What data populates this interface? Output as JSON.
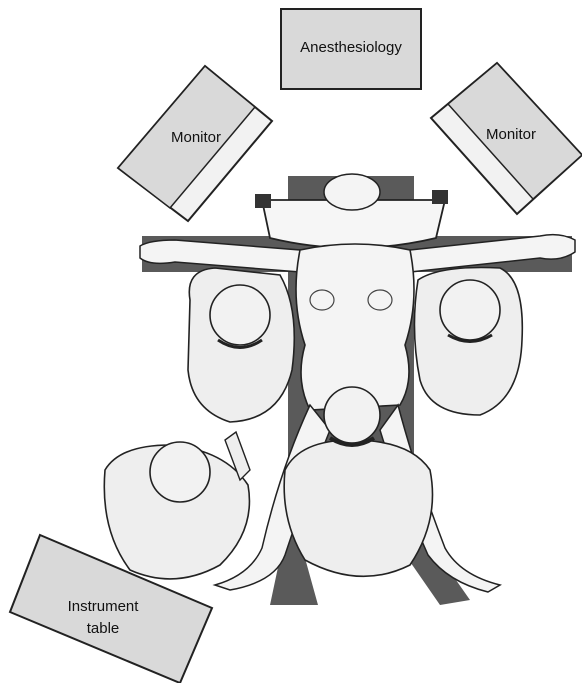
{
  "equipment": {
    "anesthesiology": "Anesthesiology",
    "monitor_left": "Monitor",
    "monitor_right": "Monitor",
    "instrument_table_line1": "Instrument",
    "instrument_table_line2": "table"
  },
  "colors": {
    "box_fill": "#d9d9d9",
    "box_side": "#f2f2f2",
    "table_dark": "#5a5a5a",
    "skin": "#f4f4f4",
    "gown": "#eeeeee",
    "outline": "#222222"
  }
}
